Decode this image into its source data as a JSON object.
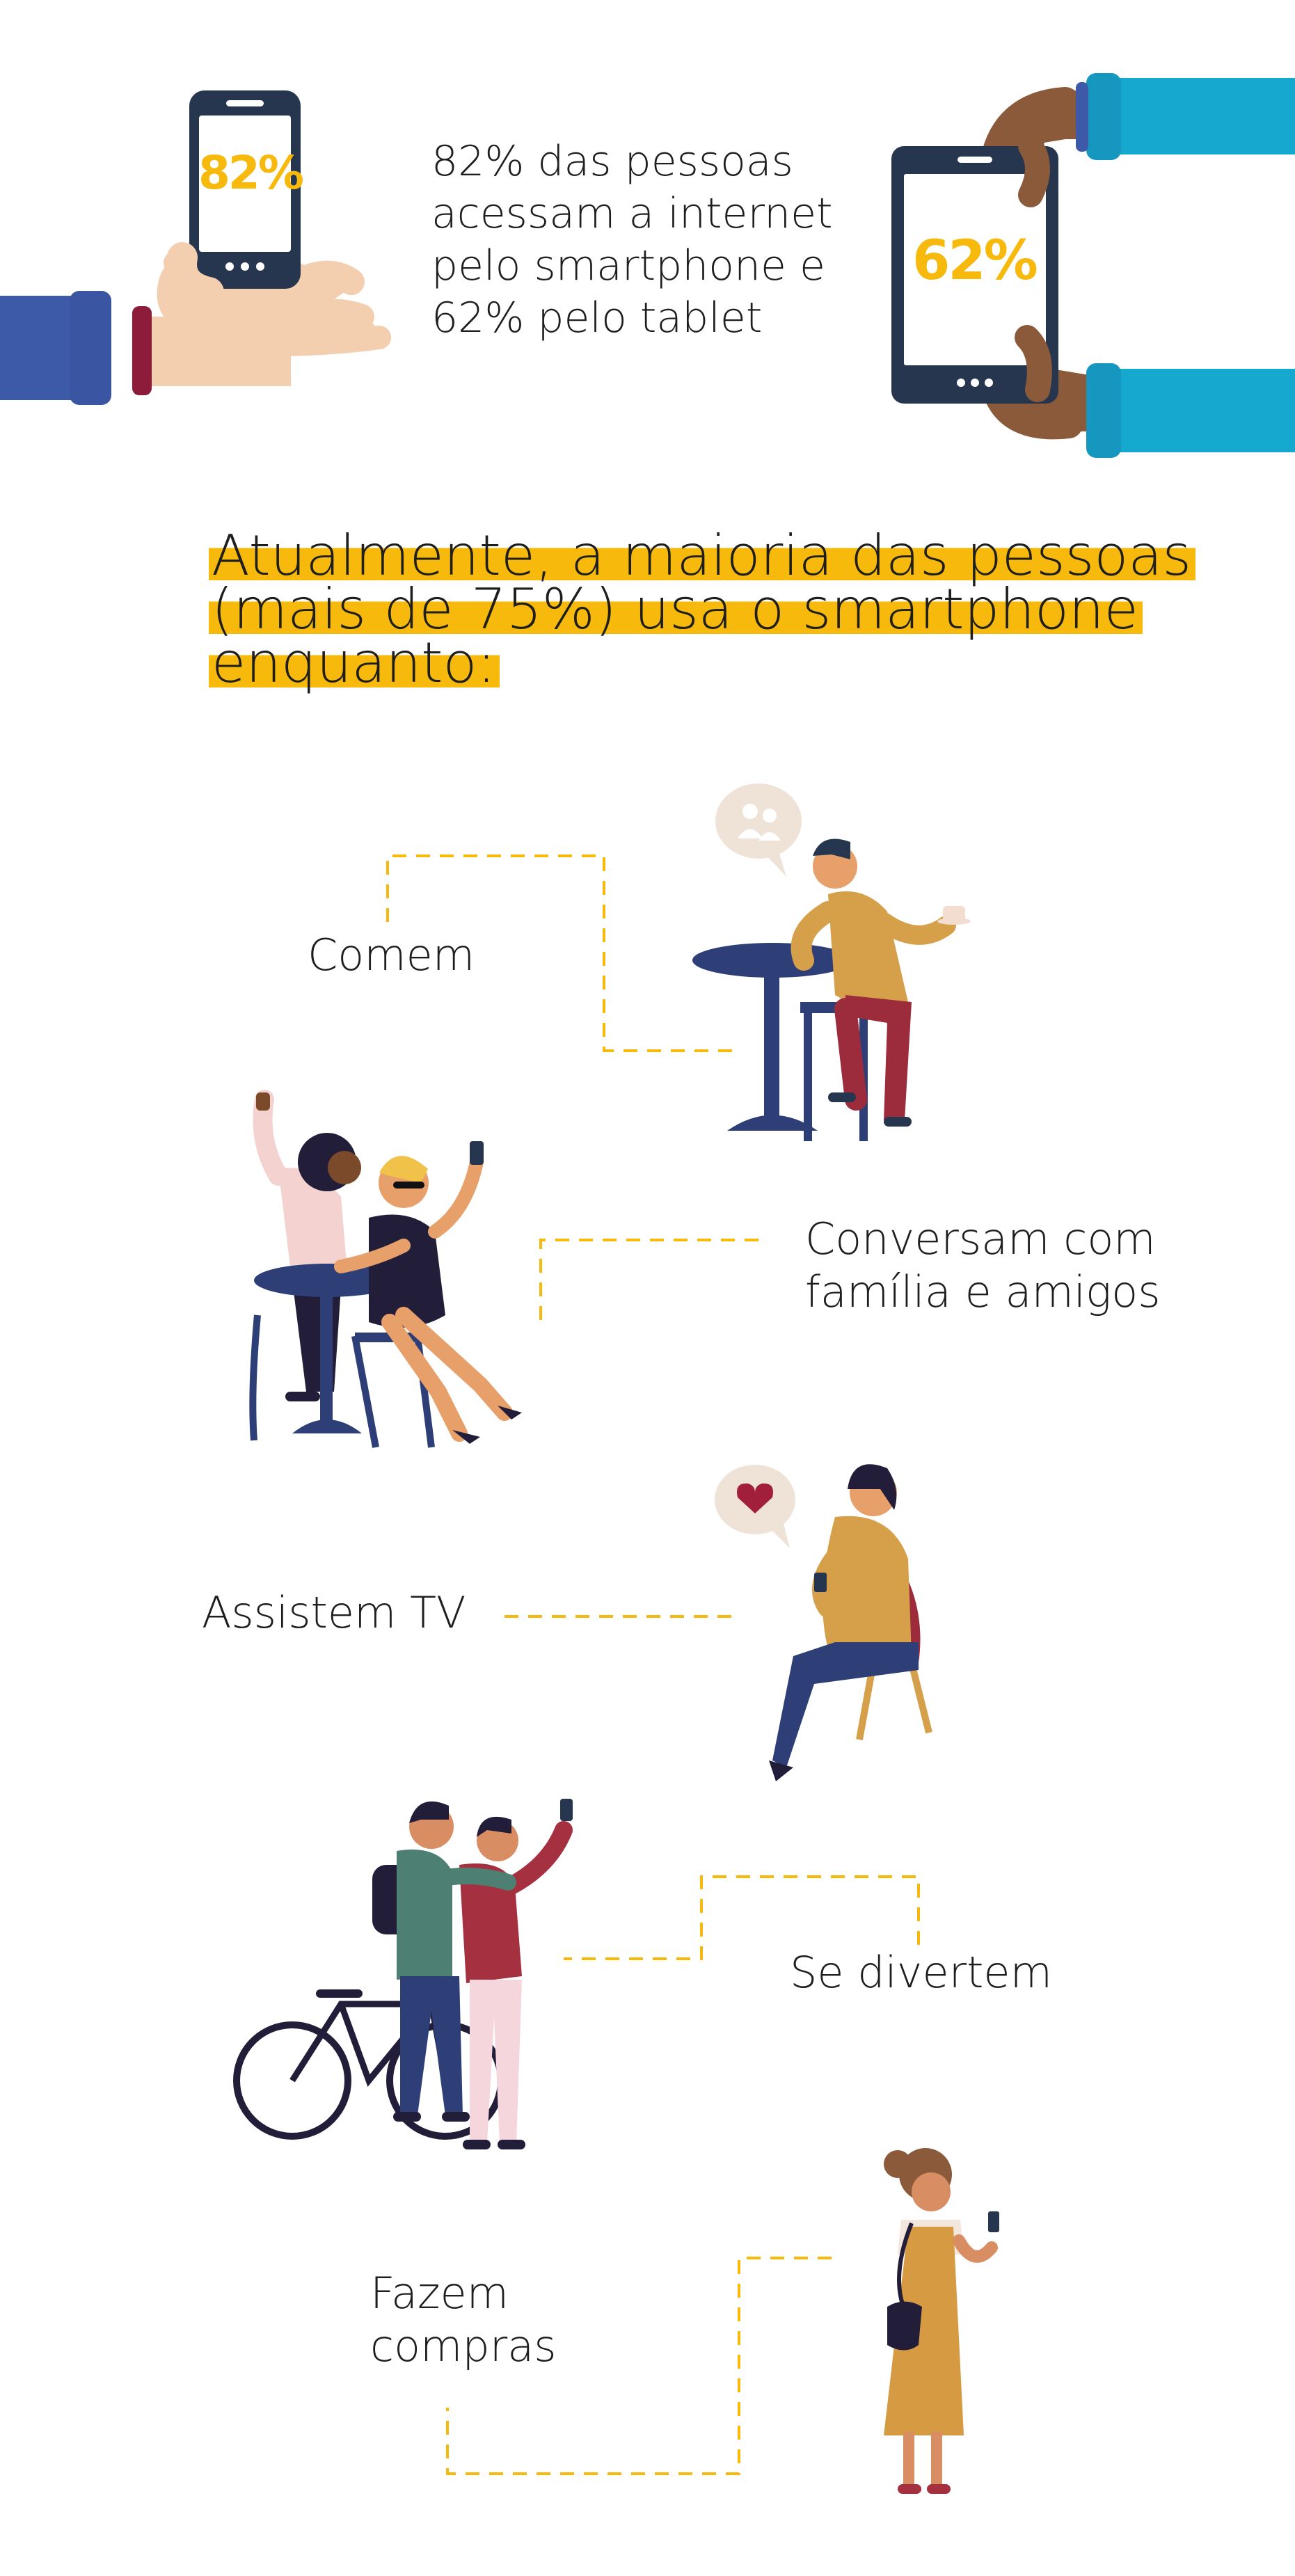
{
  "stats": {
    "smartphone_percent": "82%",
    "tablet_percent": "62%",
    "intro_lines": [
      "82% das pessoas",
      "acessam a internet",
      "pelo smartphone e",
      "62% pelo tablet"
    ]
  },
  "headline": {
    "lines": [
      "Atualmente, a maioria das pessoas",
      "(mais de 75%) usa o smartphone",
      "enquanto:"
    ]
  },
  "activities": [
    {
      "label_lines": [
        "Comem"
      ]
    },
    {
      "label_lines": [
        "Conversam com",
        "família e amigos"
      ]
    },
    {
      "label_lines": [
        "Assistem TV"
      ]
    },
    {
      "label_lines": [
        "Se divertem"
      ]
    },
    {
      "label_lines": [
        "Fazem",
        "compras"
      ]
    }
  ],
  "colors": {
    "accent_yellow": "#f7b90b",
    "dark_navy": "#27364f",
    "sleeve_blue": "#3c5aa8",
    "sleeve_cyan": "#15a9cf",
    "skin_light": "#f3cfb0",
    "skin_brown": "#8a5a3a"
  }
}
